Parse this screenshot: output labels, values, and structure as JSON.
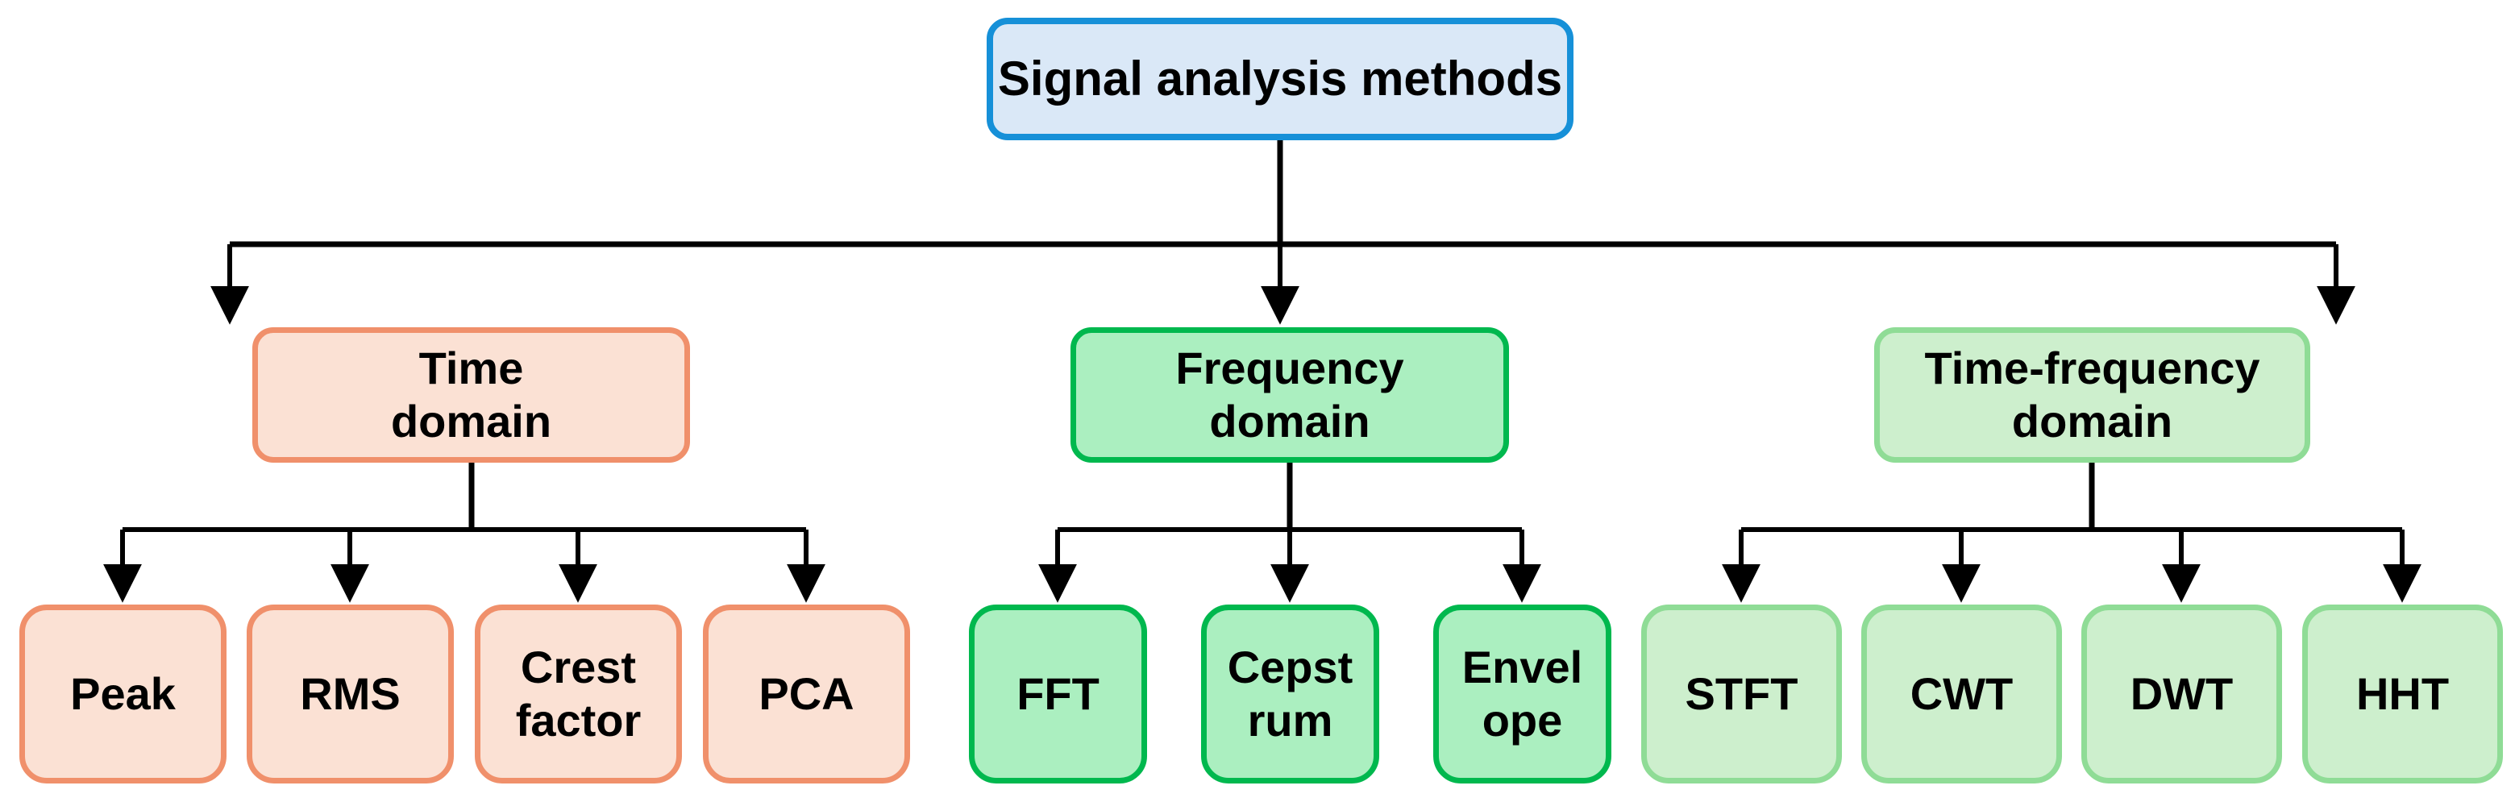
{
  "diagram": {
    "title": "Signal analysis methods",
    "background": "#ffffff",
    "edge_color": "#000000",
    "root": {
      "label": "Signal analysis methods",
      "fill": "#dae8f7",
      "stroke": "#1690d8"
    },
    "branches": [
      {
        "label": "Time\ndomain",
        "fill": "#fbe1d4",
        "stroke": "#f0906b",
        "leaves": [
          {
            "label": "Peak"
          },
          {
            "label": "RMS"
          },
          {
            "label": "Crest\nfactor"
          },
          {
            "label": "PCA"
          }
        ]
      },
      {
        "label": "Frequency\ndomain",
        "fill": "#abefc0",
        "stroke": "#00b84e",
        "leaves": [
          {
            "label": "FFT"
          },
          {
            "label": "Cepst\nrum"
          },
          {
            "label": "Envel\nope"
          }
        ]
      },
      {
        "label": "Time-frequency\ndomain",
        "fill": "#cdefcd",
        "stroke": "#8fdc96",
        "leaves": [
          {
            "label": "STFT"
          },
          {
            "label": "CWT"
          },
          {
            "label": "DWT"
          },
          {
            "label": "HHT"
          }
        ]
      }
    ]
  }
}
